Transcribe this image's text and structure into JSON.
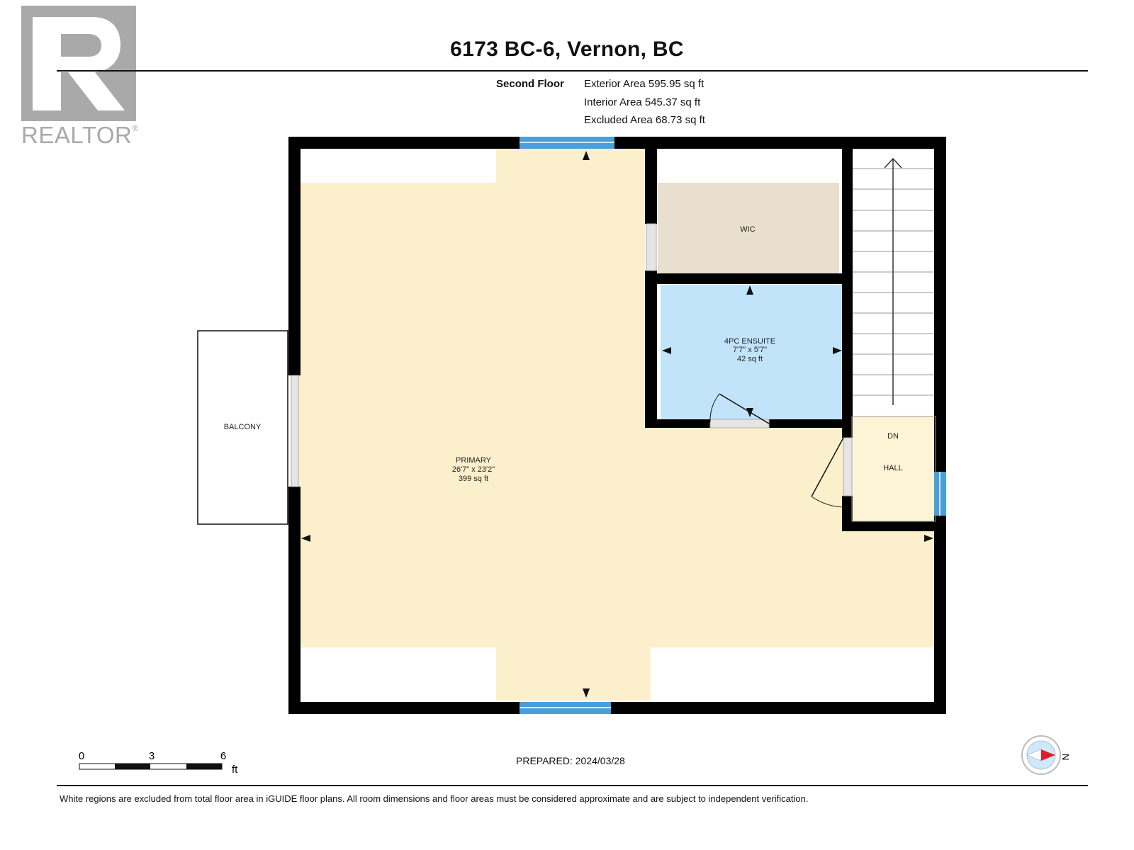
{
  "header": {
    "title": "6173 BC-6, Vernon, BC",
    "floor_label": "Second Floor",
    "areas": [
      "Exterior Area 595.95 sq ft",
      "Interior Area 545.37 sq ft",
      "Excluded Area 68.73 sq ft"
    ]
  },
  "logo": {
    "text": "REALTOR",
    "mark": "®"
  },
  "rooms": {
    "primary": {
      "name": "PRIMARY",
      "dims": "26'7\" x 23'2\"",
      "area": "399 sq ft"
    },
    "ensuite": {
      "name": "4PC ENSUITE",
      "dims": "7'7\" x 5'7\"",
      "area": "42 sq ft"
    },
    "wic": {
      "name": "WIC"
    },
    "hall": {
      "name": "HALL"
    },
    "stairs": {
      "label": "DN"
    },
    "balcony": {
      "name": "BALCONY"
    }
  },
  "scale": {
    "ticks": [
      "0",
      "3",
      "6"
    ],
    "unit": "ft"
  },
  "compass": {
    "label": "N",
    "icon": "compass-icon"
  },
  "prepared": "PREPARED: 2024/03/28",
  "footnote": "White regions are excluded from total floor area in iGUIDE floor plans. All room dimensions and floor areas must be considered approximate and are subject to independent verification.",
  "colors": {
    "wall": "#000000",
    "primary_fill": "#fcf0cc",
    "ensuite_fill": "#c2e4fb",
    "wic_fill": "#e8dfcf",
    "hall_fill": "#fdf4d6",
    "window": "#4a9fd8",
    "logo_gray": "#a9a9a9"
  }
}
